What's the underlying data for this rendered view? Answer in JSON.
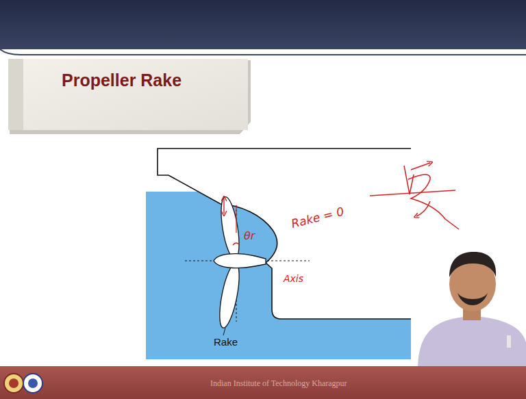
{
  "diagram": {
    "title": "Propeller Rake",
    "labels": [
      "Rake = 0",
      "θr",
      "Axis",
      "Rake",
      "Indian Institute of Technology Kharagpur"
    ]
  }
}
